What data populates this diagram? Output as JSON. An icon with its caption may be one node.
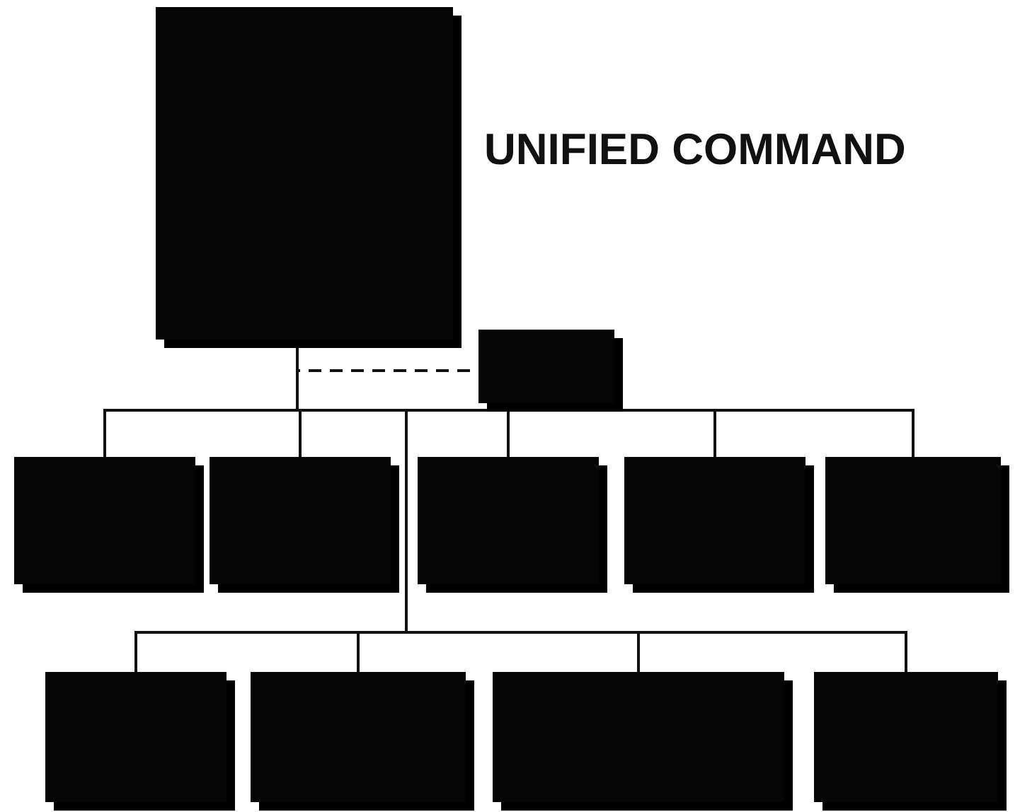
{
  "diagram": {
    "title": "UNIFIED COMMAND",
    "nodes": [
      {
        "text": [],
        "shape": "box"
      },
      {
        "text": [],
        "shape": "box"
      },
      {
        "text": [],
        "shape": "box"
      },
      {
        "text": [],
        "shape": "box"
      },
      {
        "text": [],
        "shape": "box"
      },
      {
        "text": [],
        "shape": "box"
      },
      {
        "text": [],
        "shape": "box"
      },
      {
        "text": [],
        "shape": "box"
      },
      {
        "text": [],
        "shape": "box"
      },
      {
        "text": [],
        "shape": "box"
      },
      {
        "text": [],
        "shape": "box"
      }
    ],
    "edges": [
      {
        "from": 0,
        "to": 1,
        "arrow": "none",
        "style": "dashed"
      },
      {
        "from": 0,
        "to": 2,
        "arrow": "none"
      },
      {
        "from": 0,
        "to": 3,
        "arrow": "none"
      },
      {
        "from": 0,
        "to": 4,
        "arrow": "none"
      },
      {
        "from": 0,
        "to": 5,
        "arrow": "none"
      },
      {
        "from": 0,
        "to": 6,
        "arrow": "none"
      },
      {
        "from": 0,
        "to": 7,
        "arrow": "none"
      },
      {
        "from": 0,
        "to": 8,
        "arrow": "none"
      },
      {
        "from": 0,
        "to": 9,
        "arrow": "none"
      },
      {
        "from": 0,
        "to": 10,
        "arrow": "none"
      }
    ]
  }
}
